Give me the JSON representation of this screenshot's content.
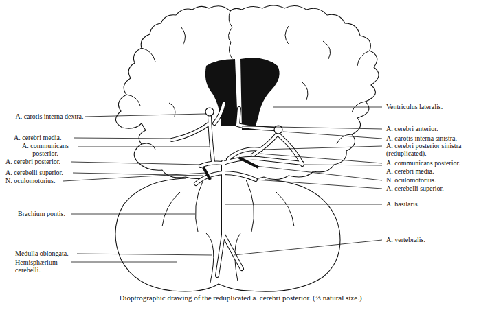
{
  "diagram": {
    "caption": "Dioptrographic drawing of the reduplicated a. cerebri posterior. (⅔ natural size.)",
    "labels": [
      "A. carotis interna dextra.",
      "A. cerebri media.",
      "A. communicans posterior.",
      "A. cerebri posterior.",
      "A. cerebelli superior.",
      "N. oculomotorius.",
      "Brachium pontis.",
      "Medulla oblongata.",
      "Hemisphærium cerebelli.",
      "Ventriculus lateralis.",
      "A. cerebri anterior.",
      "A. carotis interna sinistra.",
      "A. cerebri posterior sinistra (reduplicated).",
      "A. communicans posterior.",
      "A. cerebri media.",
      "N. oculomotorius.",
      "A. cerebelli superior.",
      "A. basilaris.",
      "A. vertebralis."
    ]
  }
}
